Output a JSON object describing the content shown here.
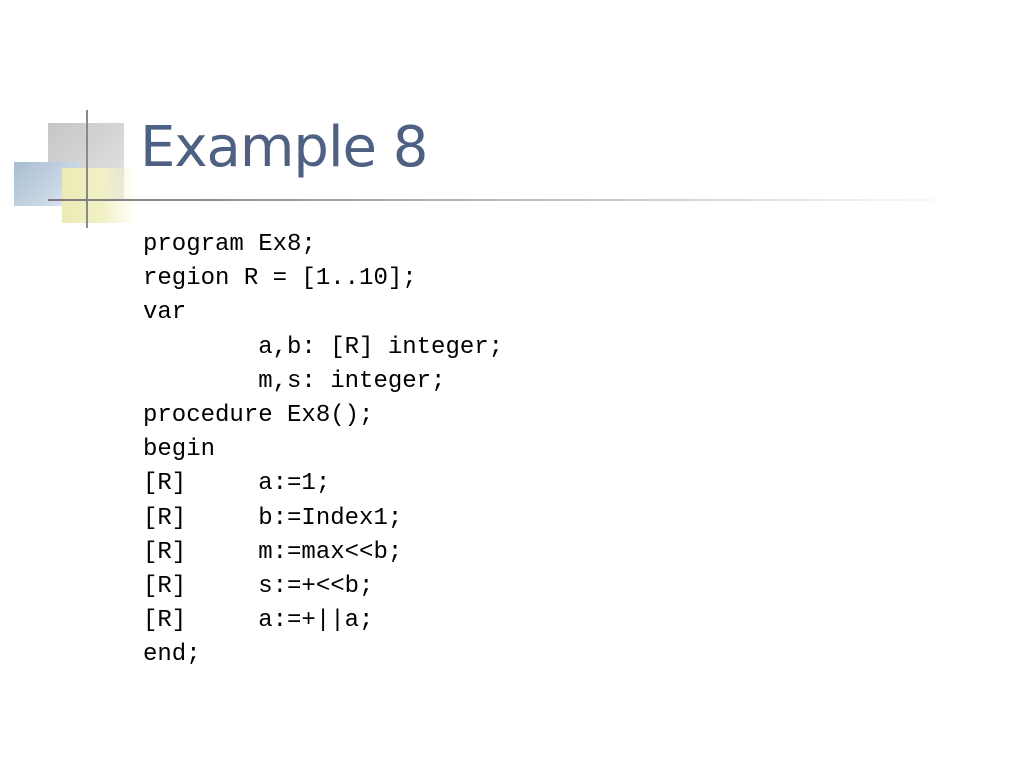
{
  "slide": {
    "title": "Example 8",
    "code_lines": [
      "program Ex8;",
      "region R = [1..10];",
      "var",
      "        a,b: [R] integer;",
      "        m,s: integer;",
      "procedure Ex8();",
      "begin",
      "[R]     a:=1;",
      "[R]     b:=Index1;",
      "[R]     m:=max<<b;",
      "[R]     s:=+<<b;",
      "[R]     a:=+||a;",
      "end;"
    ]
  },
  "colors": {
    "title": "#4f6182",
    "background": "#ffffff",
    "text": "#000000"
  }
}
